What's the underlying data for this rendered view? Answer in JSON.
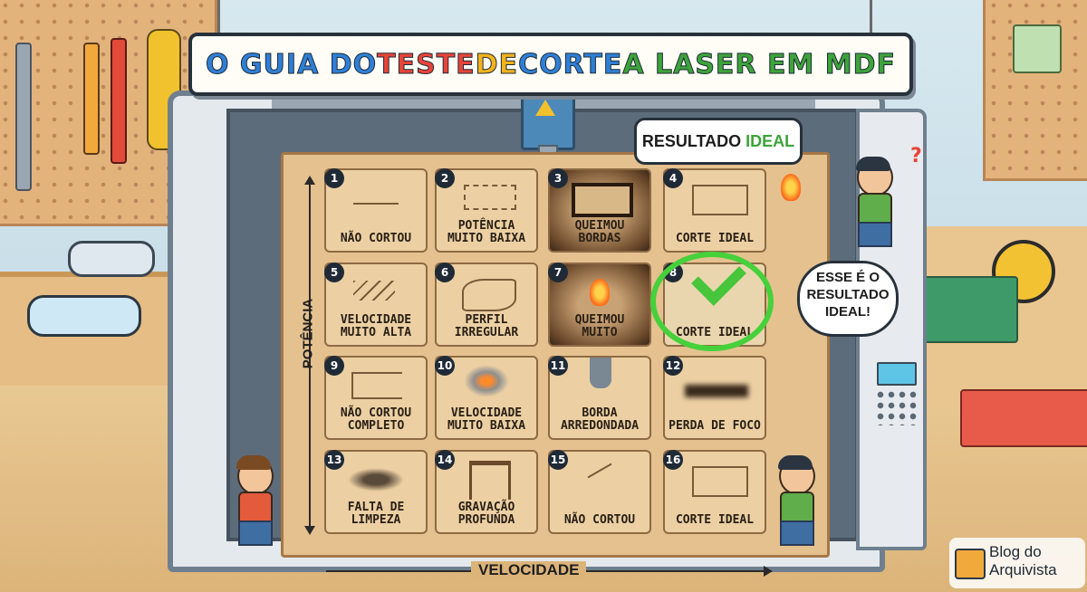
{
  "title": {
    "parts": [
      {
        "text": "O GUIA DO ",
        "color": "#2f7fd6"
      },
      {
        "text": "TESTE ",
        "color": "#e8443a"
      },
      {
        "text": "DE ",
        "color": "#f2b31c"
      },
      {
        "text": "CORTE ",
        "color": "#2f7fd6"
      },
      {
        "text": "A LASER EM MDF",
        "color": "#3da33a"
      }
    ]
  },
  "bubbles": {
    "ideal_prefix": "RESULTADO ",
    "ideal_word": "IDEAL",
    "ideal_word_color": "#3da33a",
    "side_text": "ESSE É O\nRESULTADO\nIDEAL!"
  },
  "axes": {
    "y_label": "POTÊNCIA",
    "x_label": "VELOCIDADE"
  },
  "grid": {
    "cells": [
      {
        "number": "1",
        "label": "NÃO CORTOU",
        "mark": "line"
      },
      {
        "number": "2",
        "label": "POTÊNCIA\nMUITO BAIXA",
        "mark": "dashed-rect"
      },
      {
        "number": "3",
        "label": "QUEIMOU\nBORDAS",
        "mark": "burnt"
      },
      {
        "number": "4",
        "label": "CORTE IDEAL",
        "mark": "rect"
      },
      {
        "number": "5",
        "label": "VELOCIDADE\nMUITO ALTA",
        "mark": "scratches"
      },
      {
        "number": "6",
        "label": "PERFIL\nIRREGULAR",
        "mark": "wavy"
      },
      {
        "number": "7",
        "label": "QUEIMOU\nMUITO",
        "mark": "fire"
      },
      {
        "number": "8",
        "label": "CORTE IDEAL",
        "mark": "check",
        "highlight": true
      },
      {
        "number": "9",
        "label": "NÃO CORTOU\nCOMPLETO",
        "mark": "open-rect"
      },
      {
        "number": "10",
        "label": "VELOCIDADE\nMUITO BAIXA",
        "mark": "smoke-fire"
      },
      {
        "number": "11",
        "label": "BORDA\nARREDONDADA",
        "mark": "nozzle"
      },
      {
        "number": "12",
        "label": "PERDA DE FOCO",
        "mark": "blur"
      },
      {
        "number": "13",
        "label": "FALTA DE\nLIMPEZA",
        "mark": "debris"
      },
      {
        "number": "14",
        "label": "GRAVAÇÃO\nPROFUNDA",
        "mark": "groove"
      },
      {
        "number": "15",
        "label": "NÃO CORTOU",
        "mark": "cross"
      },
      {
        "number": "16",
        "label": "CORTE IDEAL",
        "mark": "rect"
      }
    ]
  },
  "logo": {
    "text": "Blog do\nArquivista",
    "icon": "folder-compass-icon"
  },
  "colors": {
    "highlight_ring": "#46d13b",
    "check": "#47c63c",
    "fire": "#ff7a1a"
  }
}
